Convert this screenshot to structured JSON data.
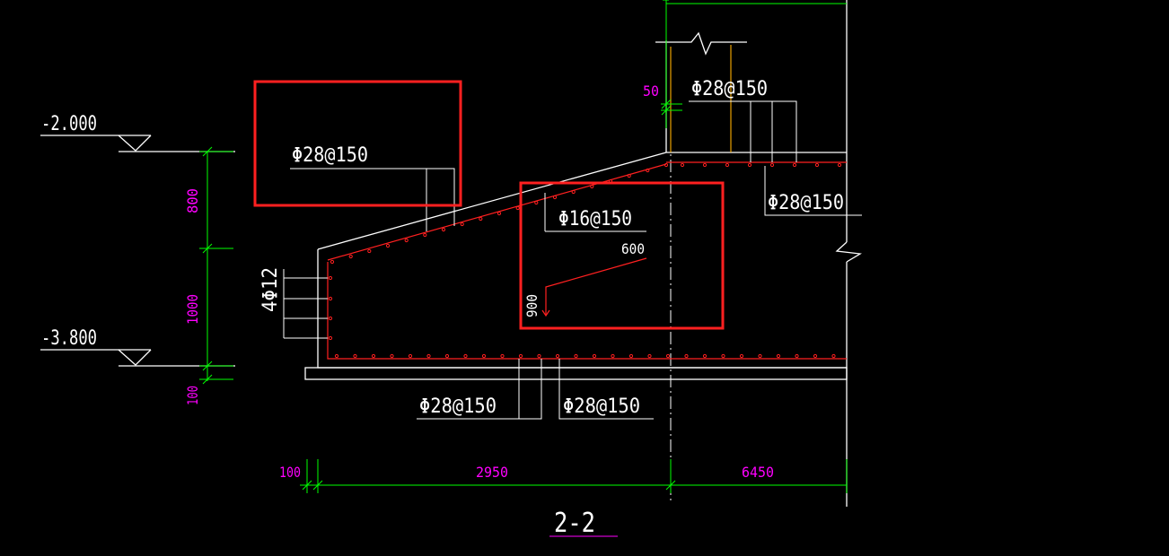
{
  "drawing": {
    "section_title": "2-2",
    "elevations": {
      "top": "-2.000",
      "bottom": "-3.800"
    },
    "dimensions": {
      "vertical": {
        "upper": "800",
        "middle": "1000",
        "lower": "100"
      },
      "horizontal": {
        "left": "100",
        "middle": "2950",
        "right": "6450"
      },
      "cover": "50",
      "bend_width": "600",
      "bend_height": "900"
    },
    "rebar_labels": {
      "slope_top": "Φ28@150",
      "column_top": "Φ28@150",
      "right_top": "Φ28@150",
      "haunch_side": "Φ16@150",
      "side_bars": "4Φ12",
      "bottom_left": "Φ28@150",
      "bottom_right": "Φ28@150"
    },
    "colors": {
      "background": "#000000",
      "outline": "#ffffff",
      "rebar": "#ff2020",
      "dimension": "#00ff00",
      "dimension_text": "#ff00ff",
      "highlight": "#ff2020",
      "column_bar": "#ffb000"
    }
  }
}
